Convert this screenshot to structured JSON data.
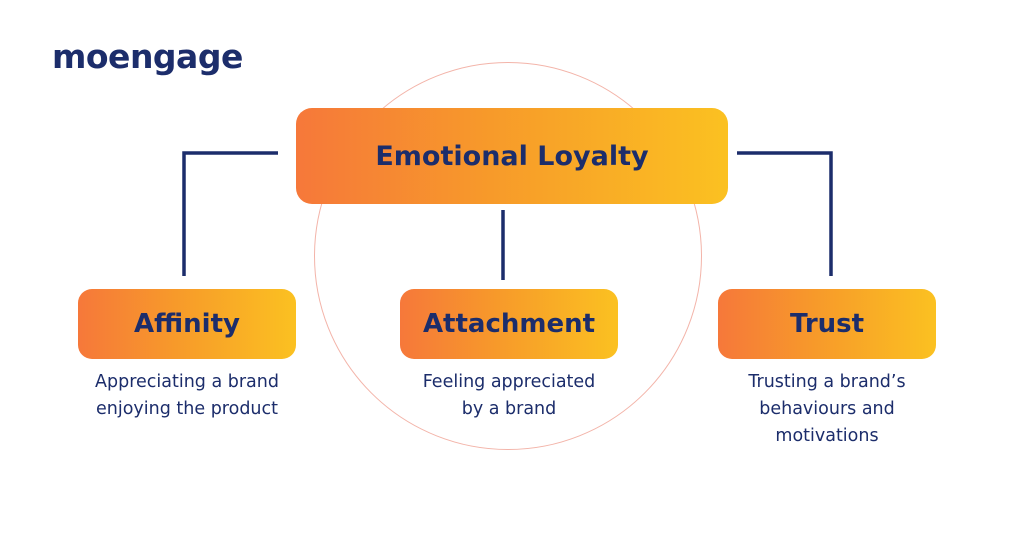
{
  "brand": {
    "logo_text": "moengage"
  },
  "root": {
    "label": "Emotional Loyalty"
  },
  "nodes": [
    {
      "label": "Affinity",
      "description_lines": [
        "Appreciating a brand",
        "enjoying the product"
      ]
    },
    {
      "label": "Attachment",
      "description_lines": [
        "Feeling appreciated",
        "by a brand"
      ]
    },
    {
      "label": "Trust",
      "description_lines": [
        "Trusting a brand’s",
        "behaviours and",
        "motivations"
      ]
    }
  ],
  "colors": {
    "navy": "#1c2d6b",
    "gradient_start": "#f6783a",
    "gradient_mid": "#f79a2a",
    "gradient_end": "#fbc121",
    "ring": "#f3b4a9"
  }
}
